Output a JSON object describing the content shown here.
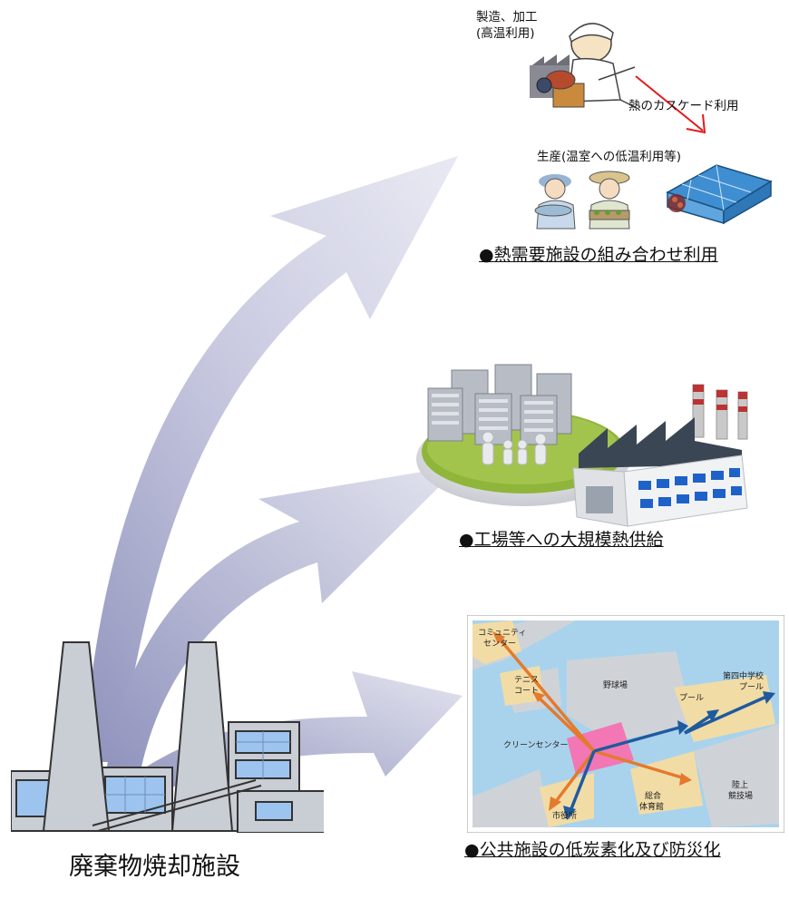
{
  "top_section": {
    "manufacturing_label_line1": "製造、加工",
    "manufacturing_label_line2": "(高温利用)",
    "cascade_label": "熱のカスケード利用",
    "production_label": "生産(温室への低温利用等)",
    "caption": "●熱需要施設の組み合わせ利用"
  },
  "middle_section": {
    "caption": "●工場等への大規模熱供給"
  },
  "bottom_section": {
    "caption": "●公共施設の低炭素化及び防災化",
    "map_labels": {
      "community_center_1": "コミュニティ",
      "community_center_2": "センター",
      "tennis_1": "テニス",
      "tennis_2": "コート",
      "baseball": "野球場",
      "pool": "プール",
      "school_1": "第四中学校",
      "school_2": "プール",
      "clean_center": "クリーンセンター",
      "city_hall": "市役所",
      "gym_1": "総合",
      "gym_2": "体育館",
      "track_1": "陸上",
      "track_2": "競技場"
    }
  },
  "incinerator_label": "廃棄物焼却施設",
  "colors": {
    "arrow": "#b9bad6",
    "arrow_dark": "#9c9ec4",
    "red_arrow": "#e41a1c",
    "map_orange": "#e47a2d",
    "map_blue": "#1f5a9e",
    "map_pink": "#f277b4"
  }
}
